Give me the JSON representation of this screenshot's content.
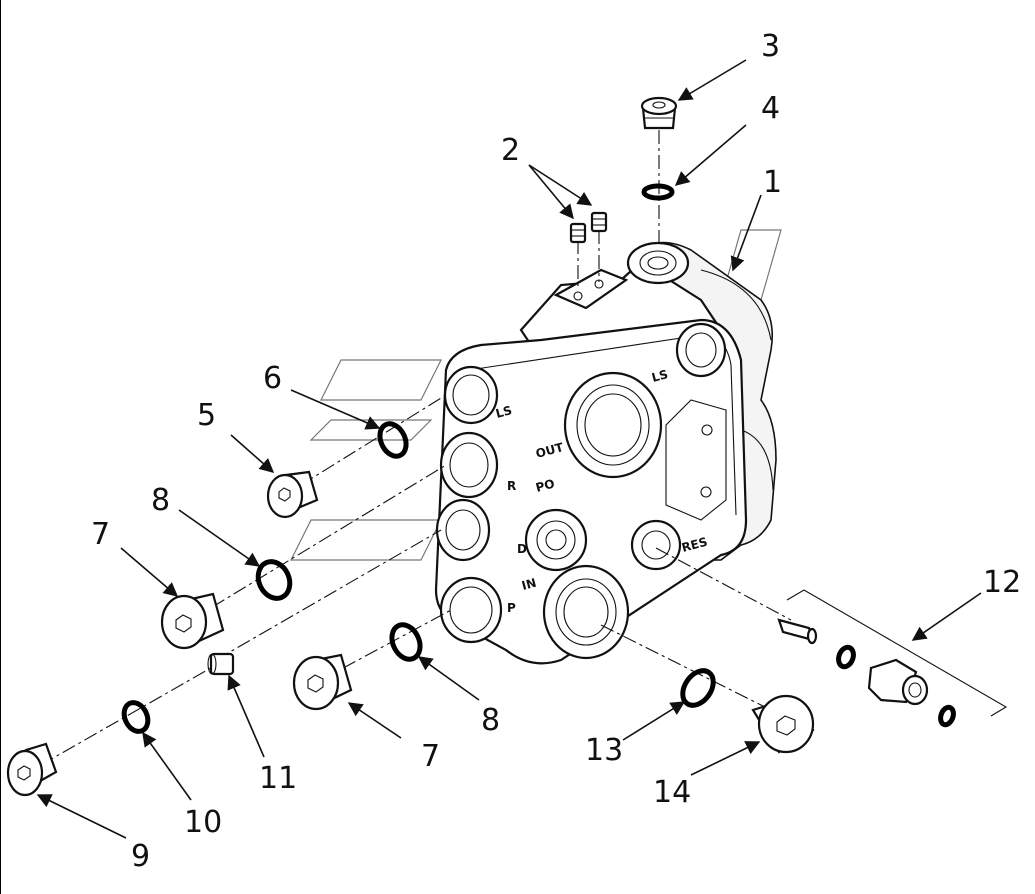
{
  "callouts": {
    "c1": "1",
    "c2": "2",
    "c3": "3",
    "c4": "4",
    "c5": "5",
    "c6": "6",
    "c7a": "7",
    "c7b": "7",
    "c8a": "8",
    "c8b": "8",
    "c9": "9",
    "c10": "10",
    "c11": "11",
    "c12": "12",
    "c13": "13",
    "c14": "14"
  },
  "port_labels": {
    "ls_left": "LS",
    "ls_right": "LS",
    "out": "OUT",
    "po": "PO",
    "r": "R",
    "d": "D",
    "in": "IN",
    "p": "P",
    "res": "RES"
  }
}
